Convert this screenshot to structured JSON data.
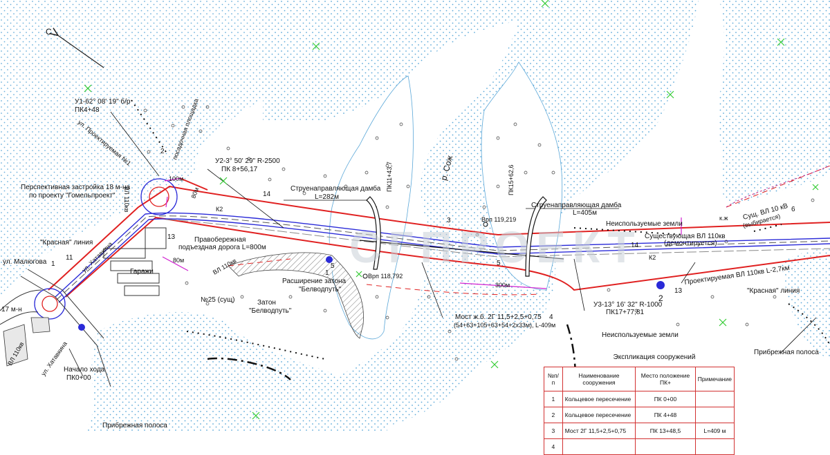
{
  "north_label": "С",
  "labels": {
    "u1": "У1-62° 08' 19\" б/р",
    "u1_pk": "ПК4+48",
    "street_proj": "ул. Проектируемая №1",
    "persp": "Перспективная застройка  18 м-на",
    "persp2": "по проекту \"Гомельпроект\"",
    "krasnaya_left": "\"Красная\" линия",
    "malyugova": "ул. Малюгова",
    "khatavkina": "ул. Хатавкина",
    "khatavkina2": "ул. Хатавкина",
    "garazhi": "Гаражи",
    "m17": "17 м-н",
    "vl110_left": "ВЛ 110кв",
    "vl110_ring": "ВЛ 110кв",
    "vl110_mid": "ВЛ 110кв",
    "start": "Начало хода",
    "start_pk": "ПК0+00",
    "u2": "У2-3° 50' 29\" R-2500",
    "u2_pk": "ПК 8+56,17",
    "damba1": "Струенаправляющая дамба",
    "damba1_l": "L=282м",
    "pravober": "Правобережная",
    "pravober2": "подъездная дорога L=800м",
    "m80": "80м",
    "m100": "100м",
    "m80b": "80м",
    "m300": "300м",
    "n25": "№25 (сущ)",
    "rasshir": "Расширение затона",
    "belvod": "\"Белводпуть\"",
    "zaton": "Затон",
    "zaton2": "\"Белводпуть\"",
    "pk11": "ПК11+43,7",
    "pk15": "ПК15+62,6",
    "river": "р. Сож",
    "vrp1": "Врп 118,792",
    "vrp2": "Врп 119,219",
    "damba2": "Струенаправляющая дамба",
    "damba2_l": "L=405м",
    "neisp1": "Неиспользуемые земли",
    "neisp2": "Неиспользуемые земли",
    "sush_vl": "Существующая  ВЛ 110кв",
    "demont": "(демонтируется)",
    "sush10": "Сущ. ВЛ 10 кВ",
    "perekl": "(выбирается)",
    "kzh": "к.ж",
    "most": "Мост ж.б.  2Г  11,5+2,5+0,75",
    "most2": "(54+63+105+63+54+2х33м), L-409м",
    "u3": "У3-13° 16' 32\" R-1000",
    "u3_pk": "ПК17+77,81",
    "proekt_vl": "Проектируемая  ВЛ 110кв  L-2,7км",
    "krasnaya_right": "\"Красная\" линия",
    "pribr_right": "Прибрежная полоса",
    "pribr_left": "Прибрежная полоса",
    "stop": "посадочная площадка",
    "n1": "1",
    "n2": "2",
    "n3": "3",
    "n4": "4",
    "n5": "5",
    "n5b": "5",
    "n6": "6",
    "n11": "11",
    "n13": "13",
    "n13b": "13",
    "n14": "14",
    "n14b": "14",
    "k2": "К2",
    "k2b": "К2",
    "mark1": "1",
    "mark2": "2",
    "watermark": "СГПРОЕКТ"
  },
  "legend": {
    "caption": "Экспликация сооружений",
    "headers": [
      "№п/п",
      "Наименование сооружения",
      "Место положение ПК+",
      "Примечание"
    ],
    "rows": [
      [
        "1",
        "Кольцевое пересечение",
        "ПК  0+00",
        ""
      ],
      [
        "2",
        "Кольцевое пересечение",
        "ПК  4+48",
        ""
      ],
      [
        "3",
        "Мост  2Г  11,5+2,5+0,75",
        "ПК  13+48,5",
        "L=409  м"
      ],
      [
        "4",
        "",
        "",
        ""
      ]
    ]
  },
  "colors": {
    "water": "#b9dcf0",
    "road_red": "#e02020",
    "axis_blue": "#2a2ad8",
    "magenta": "#d020d0",
    "tree_green": "#33cc33"
  }
}
